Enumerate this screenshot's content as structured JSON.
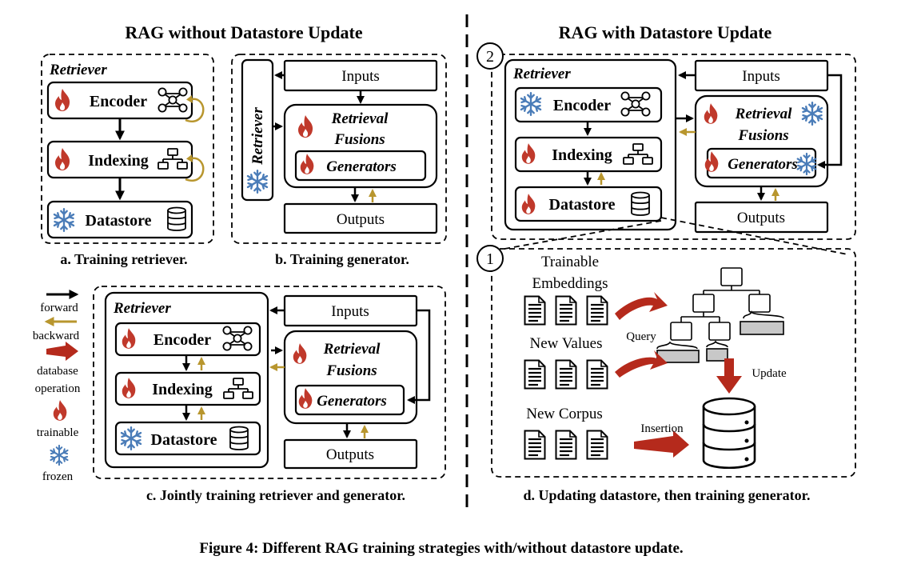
{
  "headers": {
    "left": "RAG without Datastore Update",
    "right": "RAG with Datastore Update"
  },
  "panel_a": {
    "title": "Retriever",
    "encoder": "Encoder",
    "indexing": "Indexing",
    "datastore": "Datastore",
    "caption": "a. Training retriever."
  },
  "panel_b": {
    "retriever": "Retriever",
    "inputs": "Inputs",
    "fusions_line1": "Retrieval",
    "fusions_line2": "Fusions",
    "generators": "Generators",
    "outputs": "Outputs",
    "caption": "b. Training generator."
  },
  "legend": {
    "forward": "forward",
    "backward": "backward",
    "database_line1": "database",
    "database_line2": "operation",
    "trainable": "trainable",
    "frozen": "frozen"
  },
  "panel_c": {
    "title": "Retriever",
    "encoder": "Encoder",
    "indexing": "Indexing",
    "datastore": "Datastore",
    "inputs": "Inputs",
    "fusions_line1": "Retrieval",
    "fusions_line2": "Fusions",
    "generators": "Generators",
    "outputs": "Outputs",
    "caption": "c. Jointly training retriever and generator."
  },
  "panel_d": {
    "step2": "2",
    "step1": "1",
    "title": "Retriever",
    "encoder": "Encoder",
    "indexing": "Indexing",
    "datastore": "Datastore",
    "inputs": "Inputs",
    "fusions_line1": "Retrieval",
    "fusions_line2": "Fusions",
    "generators": "Generators",
    "outputs": "Outputs",
    "trainable_line1": "Trainable",
    "trainable_line2": "Embeddings",
    "new_values": "New Values",
    "new_corpus": "New Corpus",
    "query": "Query",
    "update": "Update",
    "insertion": "Insertion",
    "caption": "d. Updating datastore, then training generator."
  },
  "figure_caption": "Figure 4: Different RAG training strategies with/without datastore update.",
  "colors": {
    "forward": "#000000",
    "backward": "#b8962e",
    "database_op": "#b52a1c",
    "flame": "#c0392b",
    "snowflake": "#4a7cb8"
  }
}
